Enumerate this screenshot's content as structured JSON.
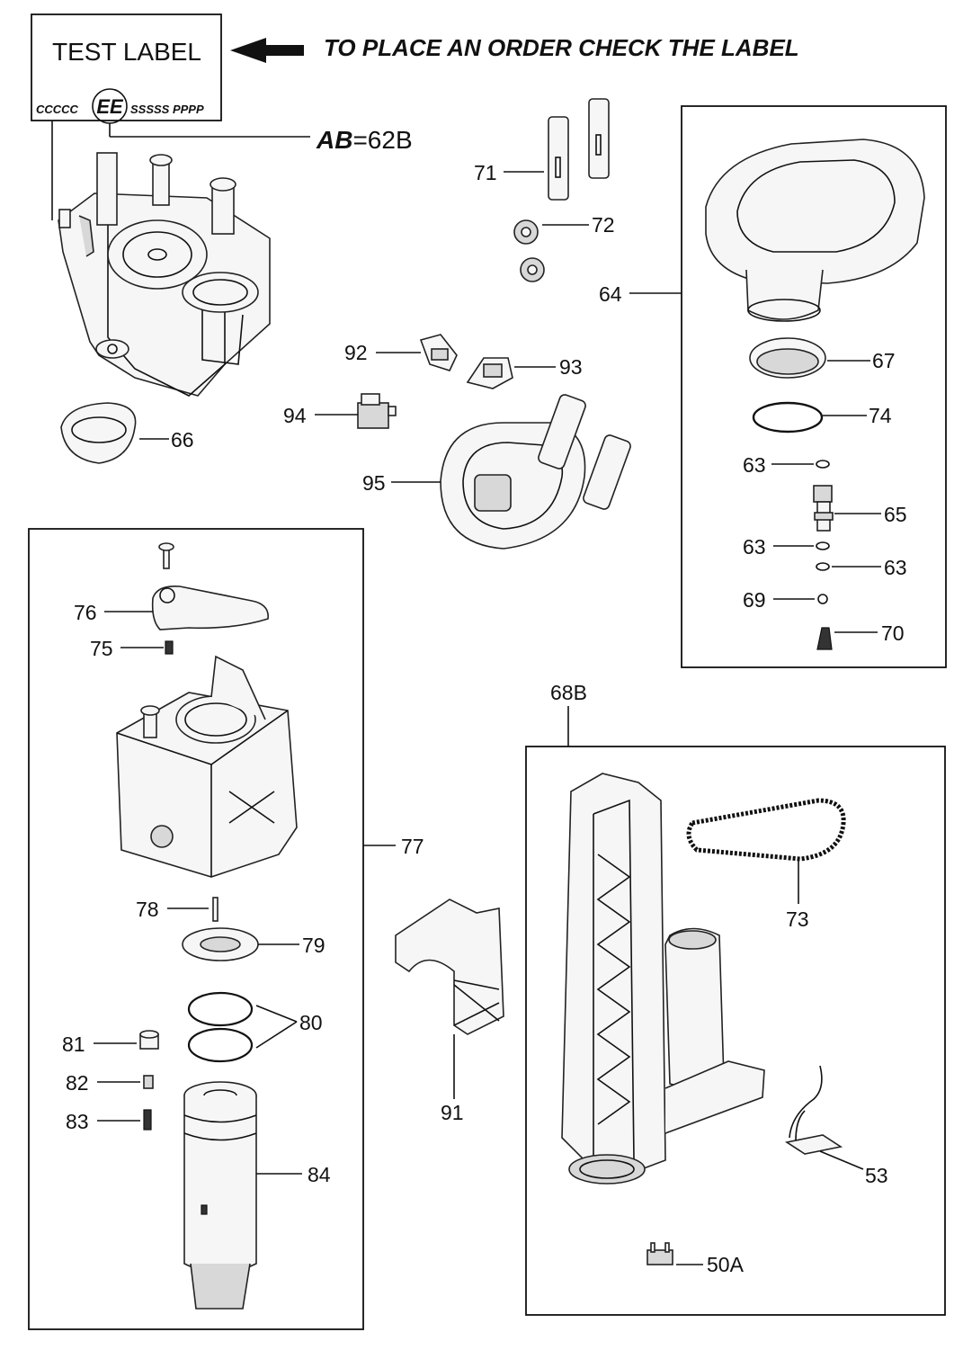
{
  "header": {
    "test_label": "TEST LABEL",
    "label_code_left": "CCCCC",
    "label_code_mid": "EE",
    "label_code_right": "SSSSS PPPP",
    "instruction": "TO PLACE AN ORDER CHECK THE LABEL",
    "ab_key": "AB",
    "ab_value": "=62B"
  },
  "callouts": {
    "p71": "71",
    "p72": "72",
    "p64": "64",
    "p67": "67",
    "p74": "74",
    "p63a": "63",
    "p65": "65",
    "p63b": "63",
    "p63c": "63",
    "p69": "69",
    "p70": "70",
    "p92": "92",
    "p93": "93",
    "p94": "94",
    "p95": "95",
    "p66": "66",
    "p76": "76",
    "p75": "75",
    "p77": "77",
    "p78": "78",
    "p79": "79",
    "p80": "80",
    "p81": "81",
    "p82": "82",
    "p83": "83",
    "p84": "84",
    "p91": "91",
    "p68B": "68B",
    "p73": "73",
    "p53": "53",
    "p50A": "50A"
  }
}
